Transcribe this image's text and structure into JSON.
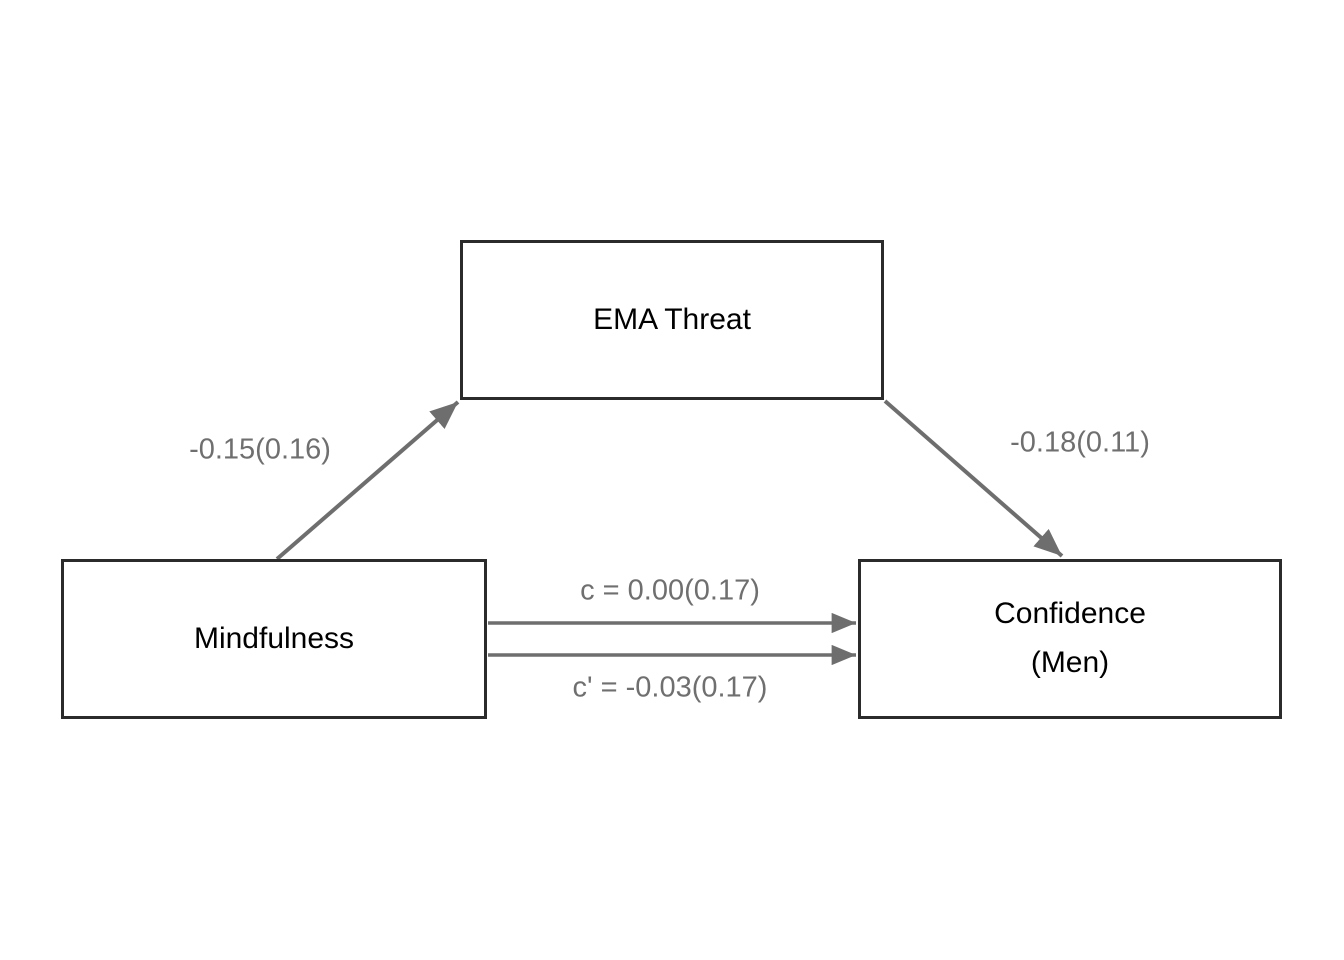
{
  "diagram_type": "mediation-path-model",
  "nodes": {
    "mediator": {
      "label": "EMA Threat"
    },
    "predictor": {
      "label": "Mindfulness"
    },
    "outcome": {
      "label_line1": "Confidence",
      "label_line2": "(Men)"
    }
  },
  "paths": {
    "a": {
      "from": "Mindfulness",
      "to": "EMA Threat",
      "label": "-0.15(0.16)"
    },
    "b": {
      "from": "EMA Threat",
      "to": "Confidence (Men)",
      "label": "-0.18(0.11)"
    },
    "c": {
      "from": "Mindfulness",
      "to": "Confidence (Men)",
      "label": "c = 0.00(0.17)"
    },
    "c_prime": {
      "from": "Mindfulness",
      "to": "Confidence (Men)",
      "label": "c' = -0.03(0.17)"
    }
  },
  "colors": {
    "background": "#ffffff",
    "arrow": "#6e6e6e",
    "label": "#6f6f6f",
    "box_border": "#2b2b2b",
    "box_text": "#000000"
  }
}
